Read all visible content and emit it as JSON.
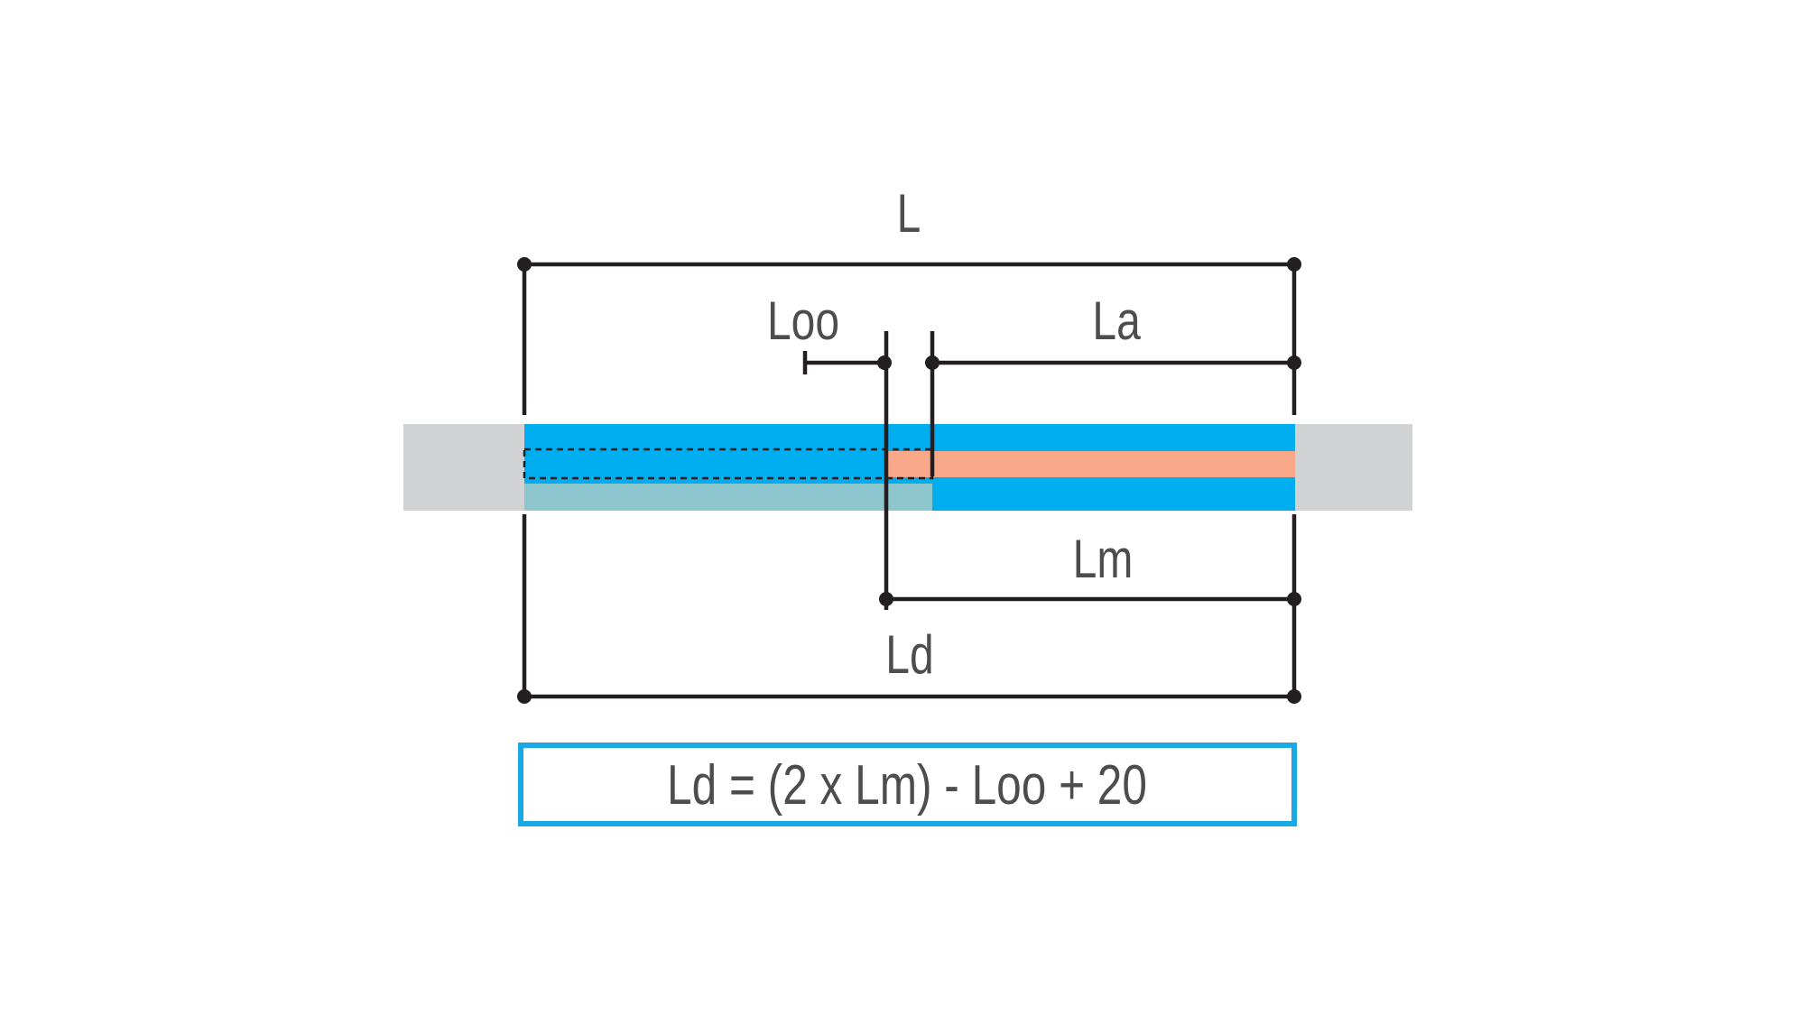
{
  "labels": {
    "L": "L",
    "Loo": "Loo",
    "La": "La",
    "Lm": "Lm",
    "Ld": "Ld"
  },
  "formula": "Ld = (2 x Lm) - Loo + 20",
  "colors": {
    "wall": "#d1d2d4",
    "sleeve": "#00adee",
    "insert": "#f9a98a",
    "overlap": "#8ec6cd",
    "line": "#231f20",
    "text": "#4d4d4f",
    "formula_border": "#1ba9e6"
  }
}
